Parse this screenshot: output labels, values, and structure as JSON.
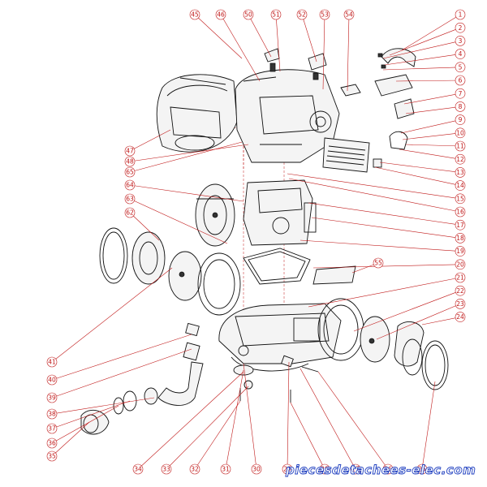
{
  "diagram": {
    "labels_top": [
      "45",
      "46",
      "50",
      "51",
      "52",
      "53",
      "54"
    ],
    "labels_right": [
      "1",
      "2",
      "3",
      "4",
      "5",
      "6",
      "7",
      "8",
      "9",
      "10",
      "11",
      "12",
      "13",
      "14",
      "15",
      "16",
      "17",
      "18",
      "19",
      "20",
      "21",
      "22",
      "23",
      "24"
    ],
    "labels_left": [
      "47",
      "48",
      "65",
      "64",
      "63",
      "62",
      "41",
      "40",
      "39",
      "38",
      "37",
      "36",
      "35"
    ],
    "labels_bottom": [
      "34",
      "33",
      "32",
      "31",
      "30",
      "29",
      "28",
      "27",
      "26",
      "25"
    ],
    "label_filter": "55"
  },
  "watermark": "piecesdetachees-elec.com",
  "colors": {
    "leader": "#c01818",
    "part_outline": "#111111",
    "watermark_outline": "#2040c0"
  }
}
